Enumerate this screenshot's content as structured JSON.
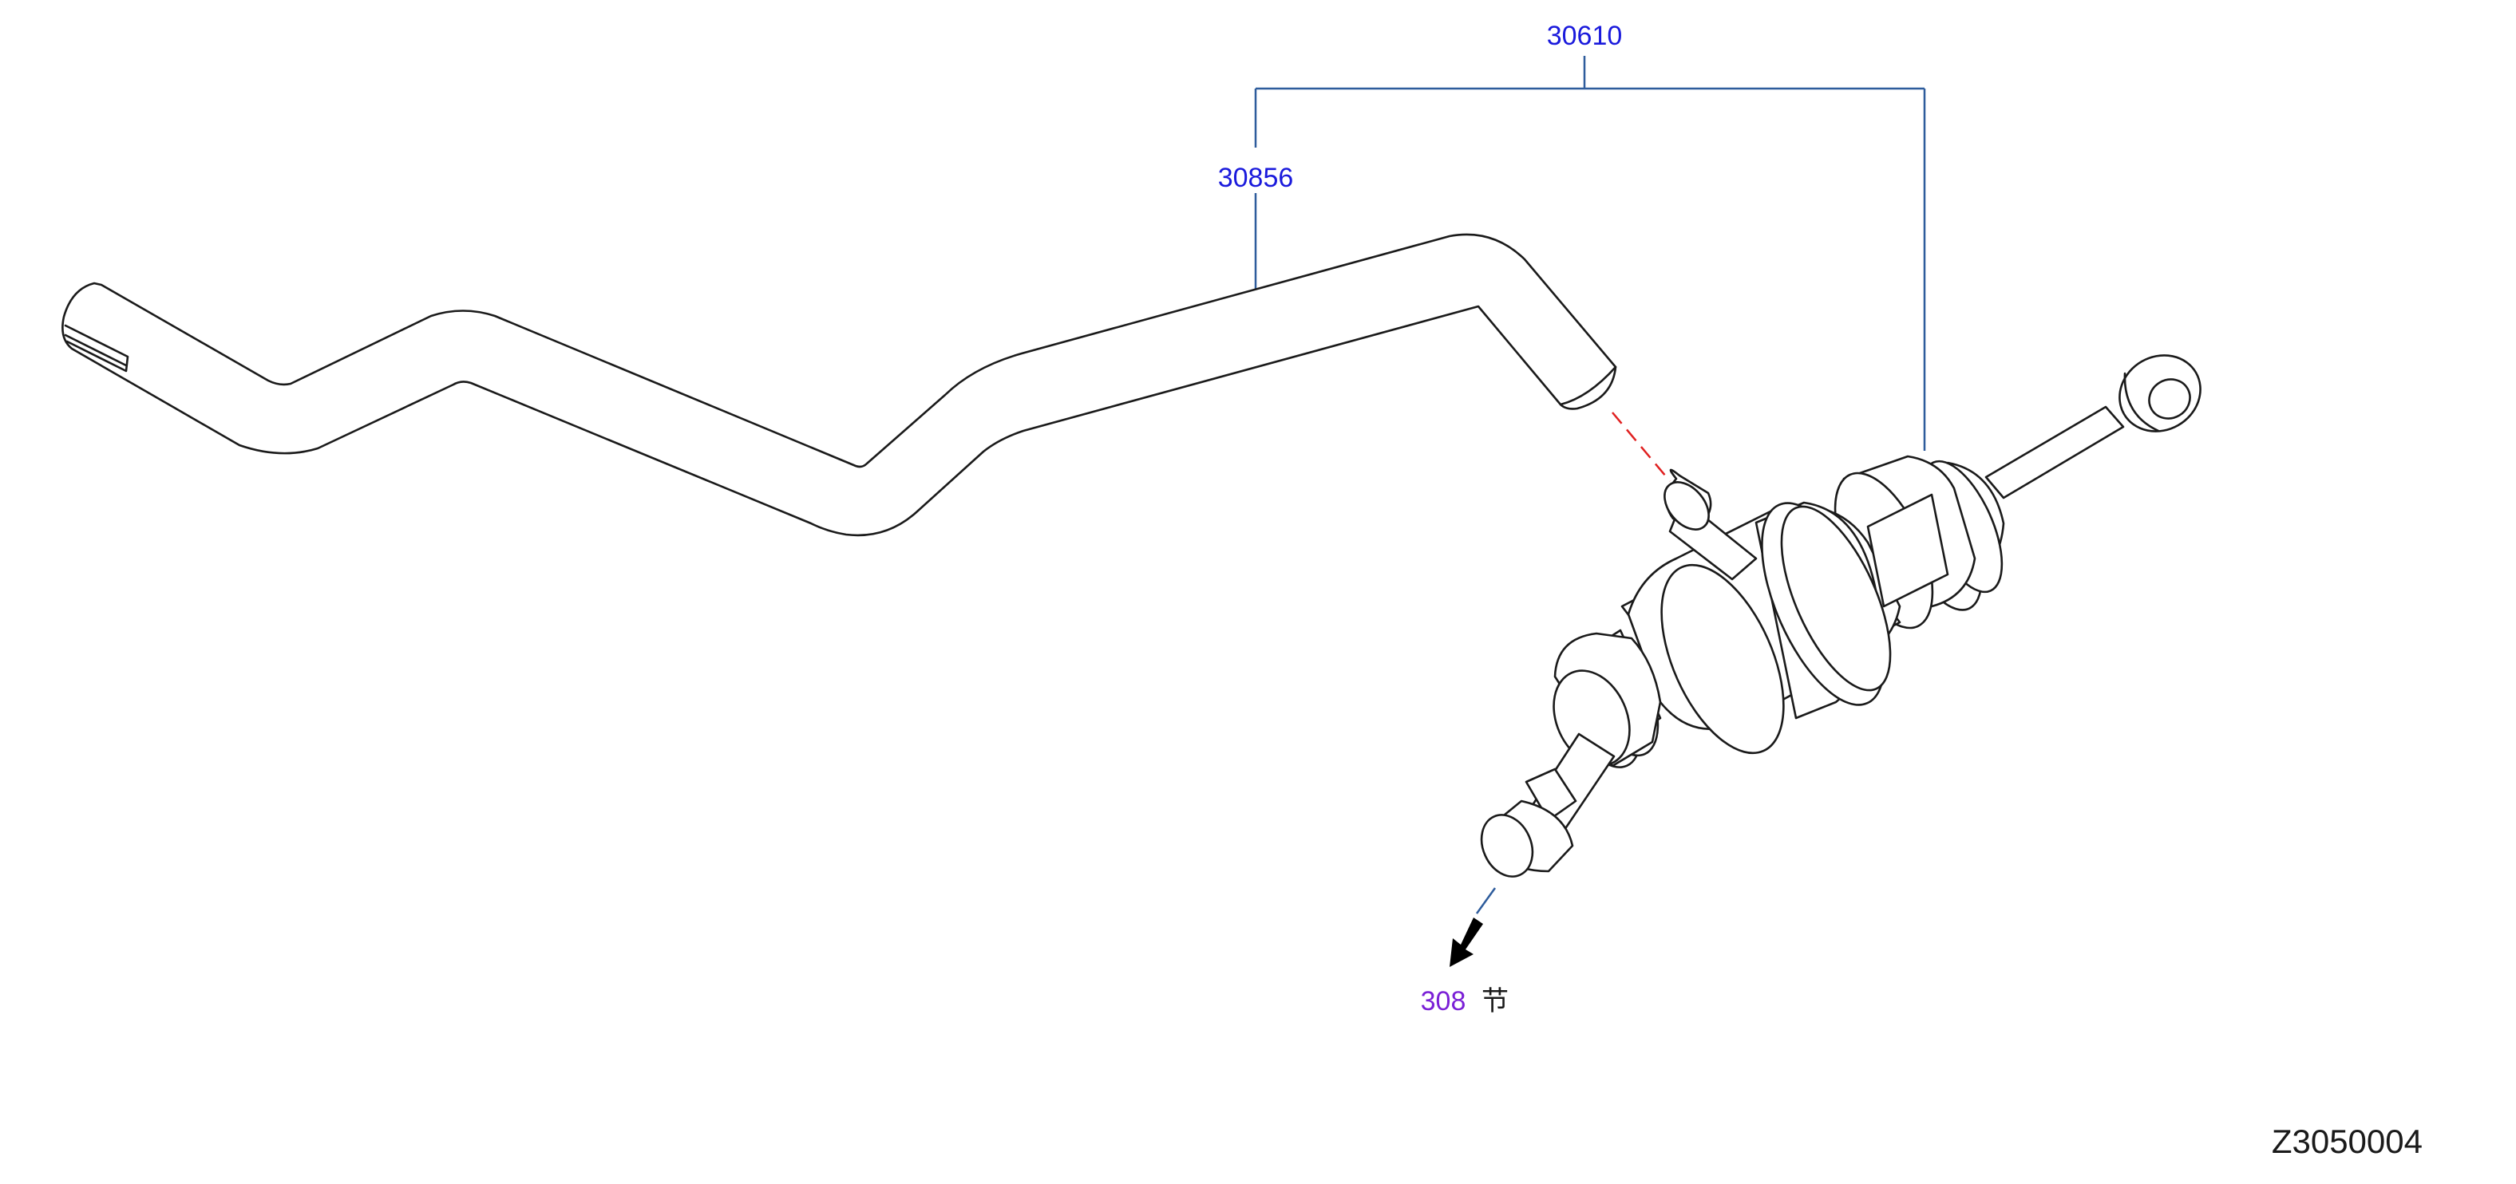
{
  "colors": {
    "part_label": "#1a1adc",
    "leader_line": "#2e5c9c",
    "section_label": "#7a1fd6",
    "dashed_leader": "#e02020",
    "drawing": "#1a1a1a"
  },
  "callouts": {
    "assembly": {
      "part_number": "30610"
    },
    "hose": {
      "part_number": "30856"
    }
  },
  "section_ref": {
    "number": "308",
    "suffix": "节"
  },
  "diagram_code": "Z3050004"
}
